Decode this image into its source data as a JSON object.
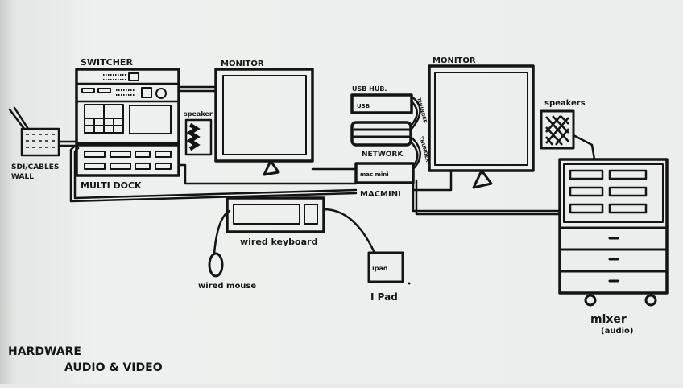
{
  "title": {
    "line1": "HARDWARE",
    "line2": "AUDIO & VIDEO"
  },
  "devices": {
    "sdi_wall": {
      "line1": "SDI/CABLES",
      "line2": "WALL"
    },
    "switcher": "SWITCHER",
    "multidock": "MULTI DOCK",
    "monitor_left": "MONITOR",
    "speaker_left": "speaker",
    "usb_hub": {
      "label": "USB HUB.",
      "inner": "USB"
    },
    "thunder_top": "THUNDER",
    "network": "NETWORK",
    "thunder_bottom": "THUNDER",
    "mac_mini": {
      "inner": "mac mini",
      "label": "MACMINI"
    },
    "monitor_right": "MONITOR",
    "speakers_right": "speakers",
    "keyboard": "wired keyboard",
    "mouse": "wired mouse",
    "ipad": {
      "inner": "ipad",
      "label": "I Pad"
    },
    "mixer": {
      "line1": "mixer",
      "line2": "(audio)"
    }
  },
  "colors": {
    "ink": "#141414",
    "paper": "#eceeed"
  }
}
